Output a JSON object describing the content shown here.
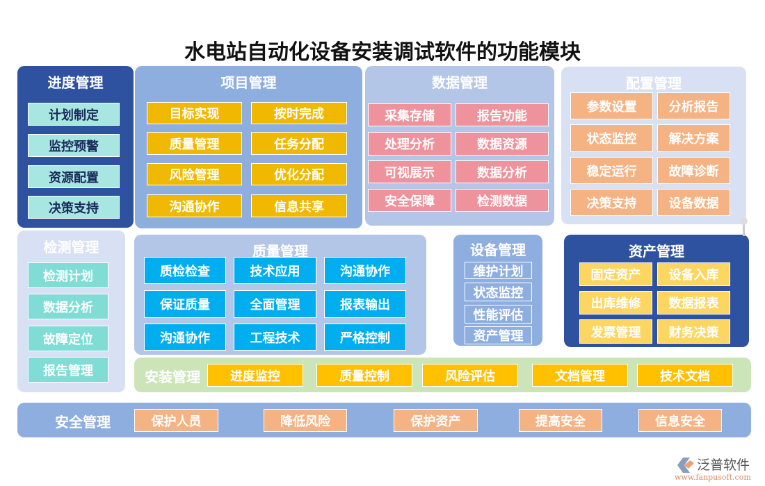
{
  "title": "水电站自动化设备安装调试软件的功能模块",
  "colors": {
    "dark_blue": "#2e52a0",
    "mid_blue": "#8faee0",
    "light_blue": "#b4c6e8",
    "pale_blue": "#d8e0f4",
    "teal": "#a8e6e2",
    "yellow": "#f0b800",
    "pink": "#ee929c",
    "orange": "#f5b282",
    "cyan": "#00aeef",
    "green": "#cce5b8",
    "gold": "#ffc000",
    "light_gold": "#fdd662"
  },
  "progress": {
    "title": "进度管理",
    "items": [
      "计划制定",
      "监控预警",
      "资源配置",
      "决策支持"
    ]
  },
  "project": {
    "title": "项目管理",
    "items": [
      "目标实现",
      "按时完成",
      "质量管理",
      "任务分配",
      "风险管理",
      "优化分配",
      "沟通协作",
      "信息共享"
    ]
  },
  "data": {
    "title": "数据管理",
    "items": [
      "采集存储",
      "报告功能",
      "处理分析",
      "数据资源",
      "可视展示",
      "数据分析",
      "安全保障",
      "检测数据"
    ]
  },
  "config": {
    "title": "配置管理",
    "items": [
      "参数设置",
      "分析报告",
      "状态监控",
      "解决方案",
      "稳定运行",
      "故障诊断",
      "决策支持",
      "设备数据"
    ]
  },
  "detect": {
    "title": "检测管理",
    "items": [
      "检测计划",
      "数据分析",
      "故障定位",
      "报告管理"
    ]
  },
  "quality": {
    "title": "质量管理",
    "items": [
      "质检检查",
      "技术应用",
      "沟通协作",
      "保证质量",
      "全面管理",
      "报表输出",
      "沟通协作",
      "工程技术",
      "严格控制"
    ]
  },
  "equipment": {
    "title": "设备管理",
    "items": [
      "维护计划",
      "状态监控",
      "性能评估",
      "资产管理"
    ]
  },
  "asset": {
    "title": "资产管理",
    "items": [
      "固定资产",
      "设备入库",
      "出库维修",
      "数据报表",
      "发票管理",
      "财务决策"
    ]
  },
  "install": {
    "title": "安装管理",
    "items": [
      "进度监控",
      "质量控制",
      "风险评估",
      "文档管理",
      "技术文档"
    ]
  },
  "safety": {
    "title": "安全管理",
    "items": [
      "保护人员",
      "降低风险",
      "保护资产",
      "提高安全",
      "信息安全"
    ]
  },
  "logo": {
    "name": "泛普软件",
    "url": "www.fanpusoft.com"
  }
}
